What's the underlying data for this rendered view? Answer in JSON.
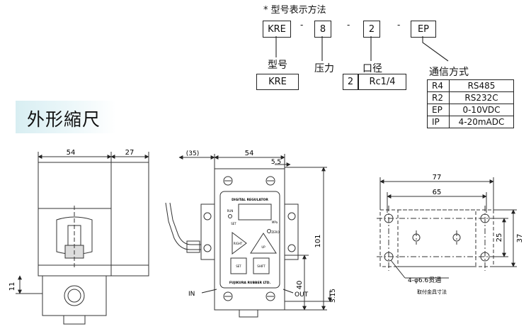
{
  "model_code": {
    "title": "* 型号表示方法",
    "boxes": [
      "KRE",
      "8",
      "2",
      "EP"
    ],
    "separator": "-",
    "labels": {
      "model": "型号",
      "pressure": "压力",
      "port": "口径",
      "comm": "通信方式"
    },
    "model_value": "KRE",
    "port_values": [
      "2",
      "Rc1/4"
    ]
  },
  "comm_table": [
    {
      "code": "R4",
      "value": "RS485"
    },
    {
      "code": "R2",
      "value": "RS232C"
    },
    {
      "code": "EP",
      "value": "0-10VDC"
    },
    {
      "code": "IP",
      "value": "4-20mADC"
    }
  ],
  "section_title": "外形縮尺",
  "side_view": {
    "dims": {
      "width": "54",
      "depth": "27",
      "height": "11"
    }
  },
  "front_view": {
    "dims": {
      "cable": "(35)",
      "width": "54",
      "offset": "5.5",
      "height": "101",
      "lower": "40",
      "bottom": "3.15"
    },
    "panel_title": "DIGITAL REGULATOR",
    "indicators": {
      "run": "RUN",
      "set": "SET",
      "mpa": "MPa",
      "zero": "ZERO"
    },
    "buttons": {
      "right": "RIGHT",
      "up": "UP",
      "set": "SET",
      "shift": "SHIFT"
    },
    "maker": "FUJIKURA RUBBER LTD.",
    "ports": {
      "in": "IN",
      "out": "OUT"
    }
  },
  "bracket_view": {
    "dims": {
      "outer": "77",
      "pitch": "65",
      "inner": "25",
      "height": "37"
    },
    "hole_note": "4-φ6.6贯通",
    "caption": "取付金具寸法"
  }
}
